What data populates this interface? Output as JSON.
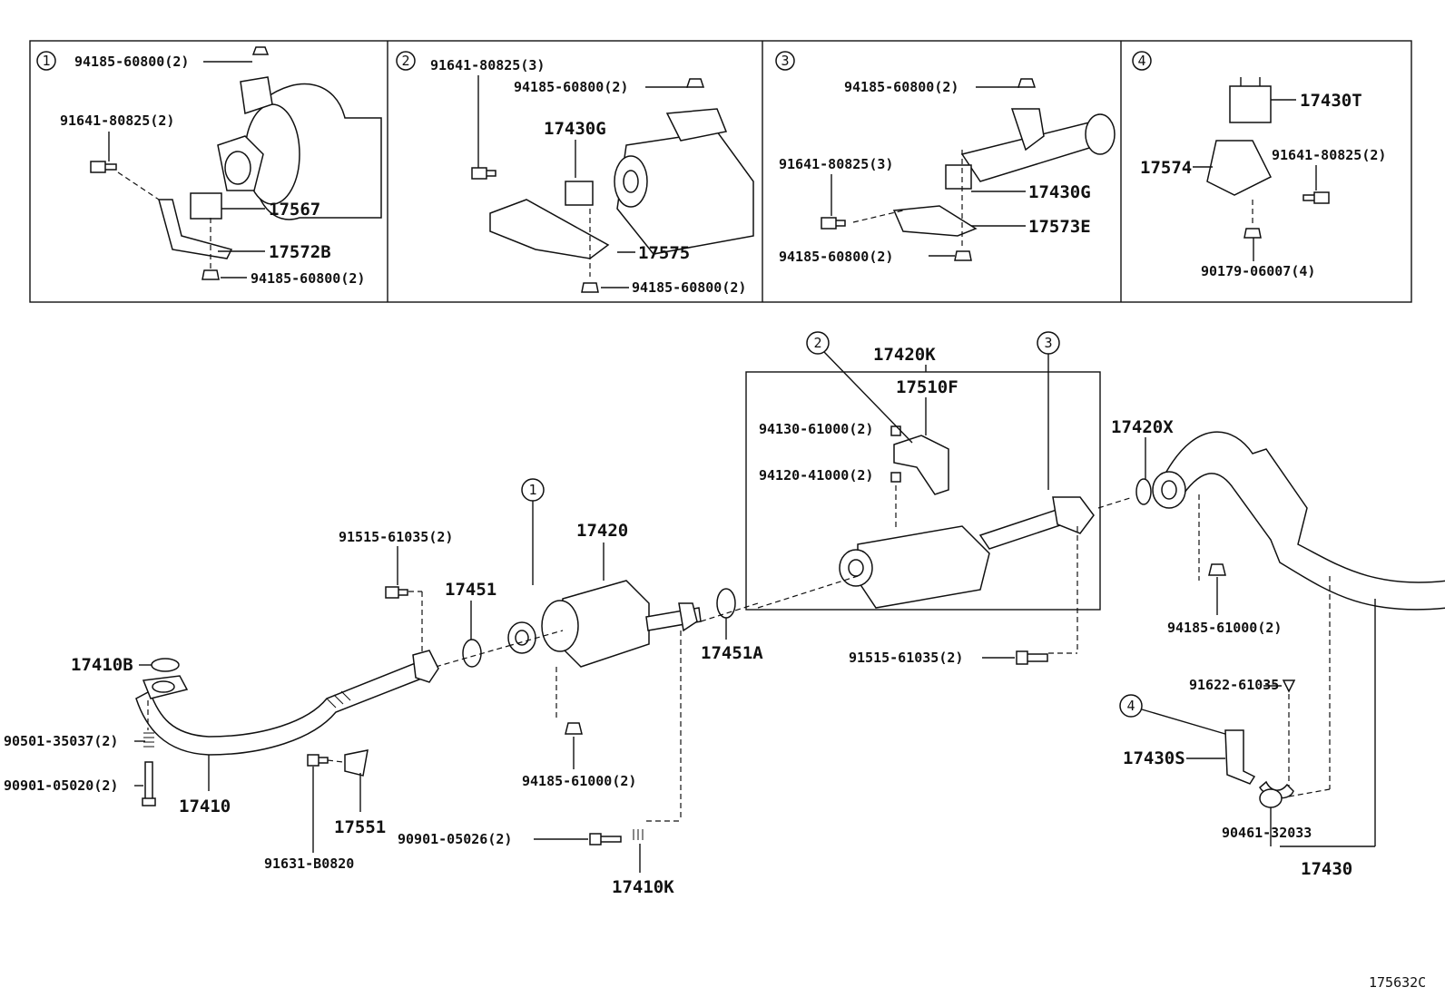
{
  "figure_id": "175632C",
  "insets": [
    {
      "num": "1",
      "labels": {
        "top_nut": "94185-60800(2)",
        "bolt": "91641-80825(2)",
        "mount": "17567",
        "bracket": "17572B",
        "bottom_nut": "94185-60800(2)"
      }
    },
    {
      "num": "2",
      "labels": {
        "bolt": "91641-80825(3)",
        "top_nut": "94185-60800(2)",
        "mount": "17430G",
        "bracket": "17575",
        "bottom_nut": "94185-60800(2)"
      }
    },
    {
      "num": "3",
      "labels": {
        "top_nut": "94185-60800(2)",
        "bolt": "91641-80825(3)",
        "mount": "17430G",
        "bracket": "17573E",
        "bottom_nut": "94185-60800(2)"
      }
    },
    {
      "num": "4",
      "labels": {
        "mount": "17430T",
        "bracket": "17574",
        "bolt": "91641-80825(2)",
        "nut": "90179-06007(4)"
      }
    }
  ],
  "main": {
    "callouts": {
      "c1": "1",
      "c2": "2",
      "c3": "3",
      "c4": "4"
    },
    "labels": {
      "p17420K": "17420K",
      "p17510F": "17510F",
      "p94130": "94130-61000(2)",
      "p94120": "94120-41000(2)",
      "p17420X": "17420X",
      "p91515a": "91515-61035(2)",
      "p17420": "17420",
      "p17451": "17451",
      "p17410B": "17410B",
      "p17451A": "17451A",
      "p91515b": "91515-61035(2)",
      "p94185a": "94185-61000(2)",
      "p91622": "91622-61035",
      "p90501": "90501-35037(2)",
      "p90901a": "90901-05020(2)",
      "p17410": "17410",
      "p17551": "17551",
      "p91631": "91631-B0820",
      "p94185b": "94185-61000(2)",
      "p90901b": "90901-05026(2)",
      "p17410K": "17410K",
      "p17430S": "17430S",
      "p90461": "90461-32033",
      "p17430": "17430"
    }
  }
}
